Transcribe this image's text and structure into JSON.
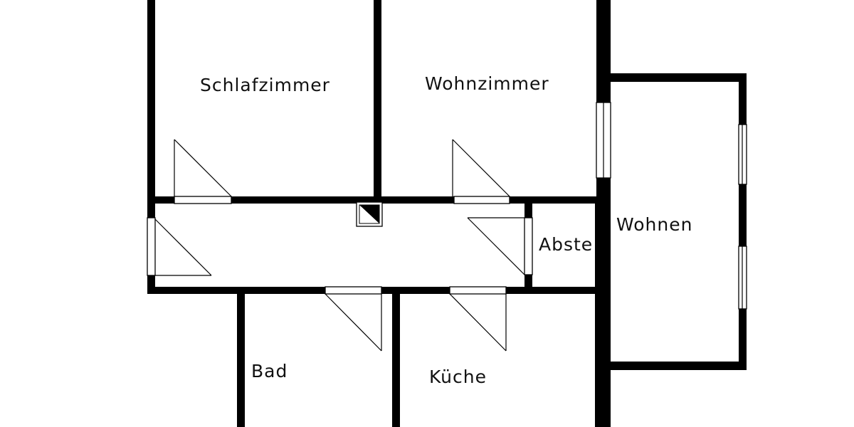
{
  "rooms": {
    "schlafzimmer": "Schlafzimmer",
    "wohnzimmer": "Wohnzimmer",
    "wohnen": "Wohnen",
    "abstellraum": "Abste",
    "bad": "Bad",
    "kueche": "Küche"
  },
  "colors": {
    "wall": "#000000",
    "background": "#ffffff"
  }
}
